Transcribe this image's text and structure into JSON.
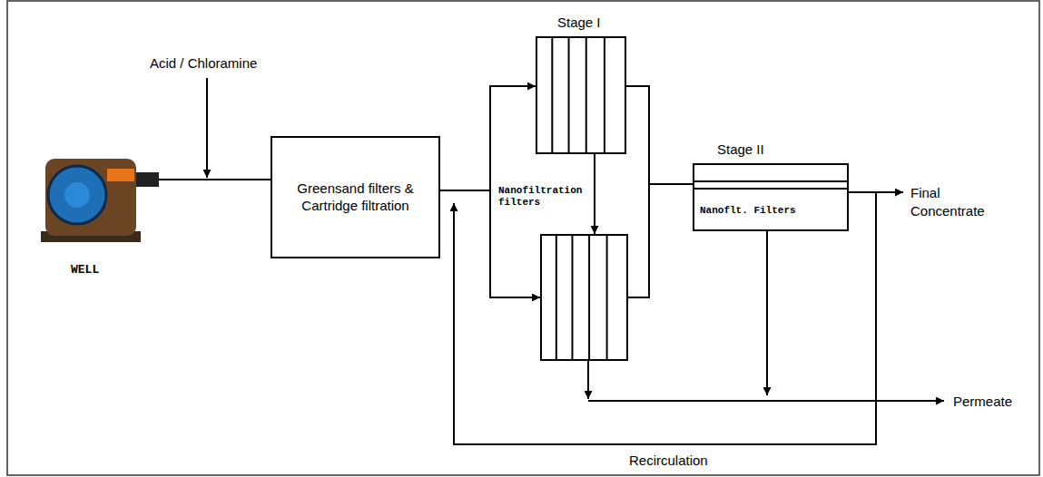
{
  "diagram": {
    "nodes": [
      {
        "text": [
          "WELL"
        ]
      },
      {
        "text": [
          "Greensand filters & Cartridge filtration"
        ]
      },
      {
        "text": [
          "Stage I"
        ]
      },
      {
        "text": [
          "Nanofiltration filters"
        ]
      },
      {
        "text": [
          "Stage II",
          "Nanoflt. Filters"
        ]
      }
    ],
    "edges": [
      {
        "from": 0,
        "to": 1,
        "arrow": "none"
      },
      {
        "from": 1,
        "to": 2,
        "arrow": "to"
      },
      {
        "from": 1,
        "to": 3,
        "arrow": "to"
      },
      {
        "from": 2,
        "to": 3,
        "arrow": "to"
      },
      {
        "from": 2,
        "to": 4,
        "arrow": "none"
      },
      {
        "from": 3,
        "to": 4,
        "arrow": "none"
      }
    ],
    "labels": [
      "Acid / Chloramine",
      "Final Concentrate",
      "Permeate",
      "Recirculation"
    ]
  }
}
